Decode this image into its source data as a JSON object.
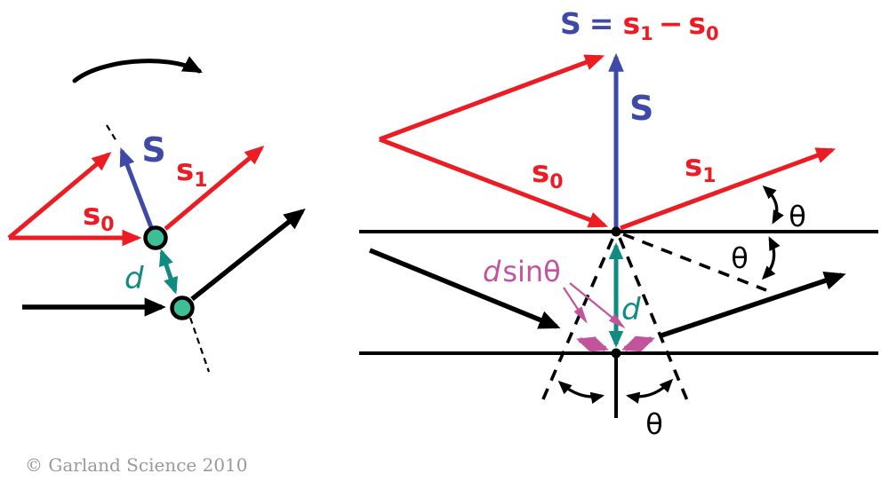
{
  "colors": {
    "red": "#ec1c24",
    "blue": "#3e4aa5",
    "teal": "#0f8b80",
    "green": "#3ebe97",
    "magenta": "#c1549c",
    "black": "#000000",
    "gray": "#9a9a9a"
  },
  "labels": {
    "S": "S",
    "s": "s",
    "sub0": "0",
    "sub1": "1",
    "d": "d",
    "equals": "=",
    "minus": "−",
    "sin_theta": "sinθ",
    "theta": "θ"
  },
  "footer": {
    "copyright": "© Garland Science 2010"
  }
}
